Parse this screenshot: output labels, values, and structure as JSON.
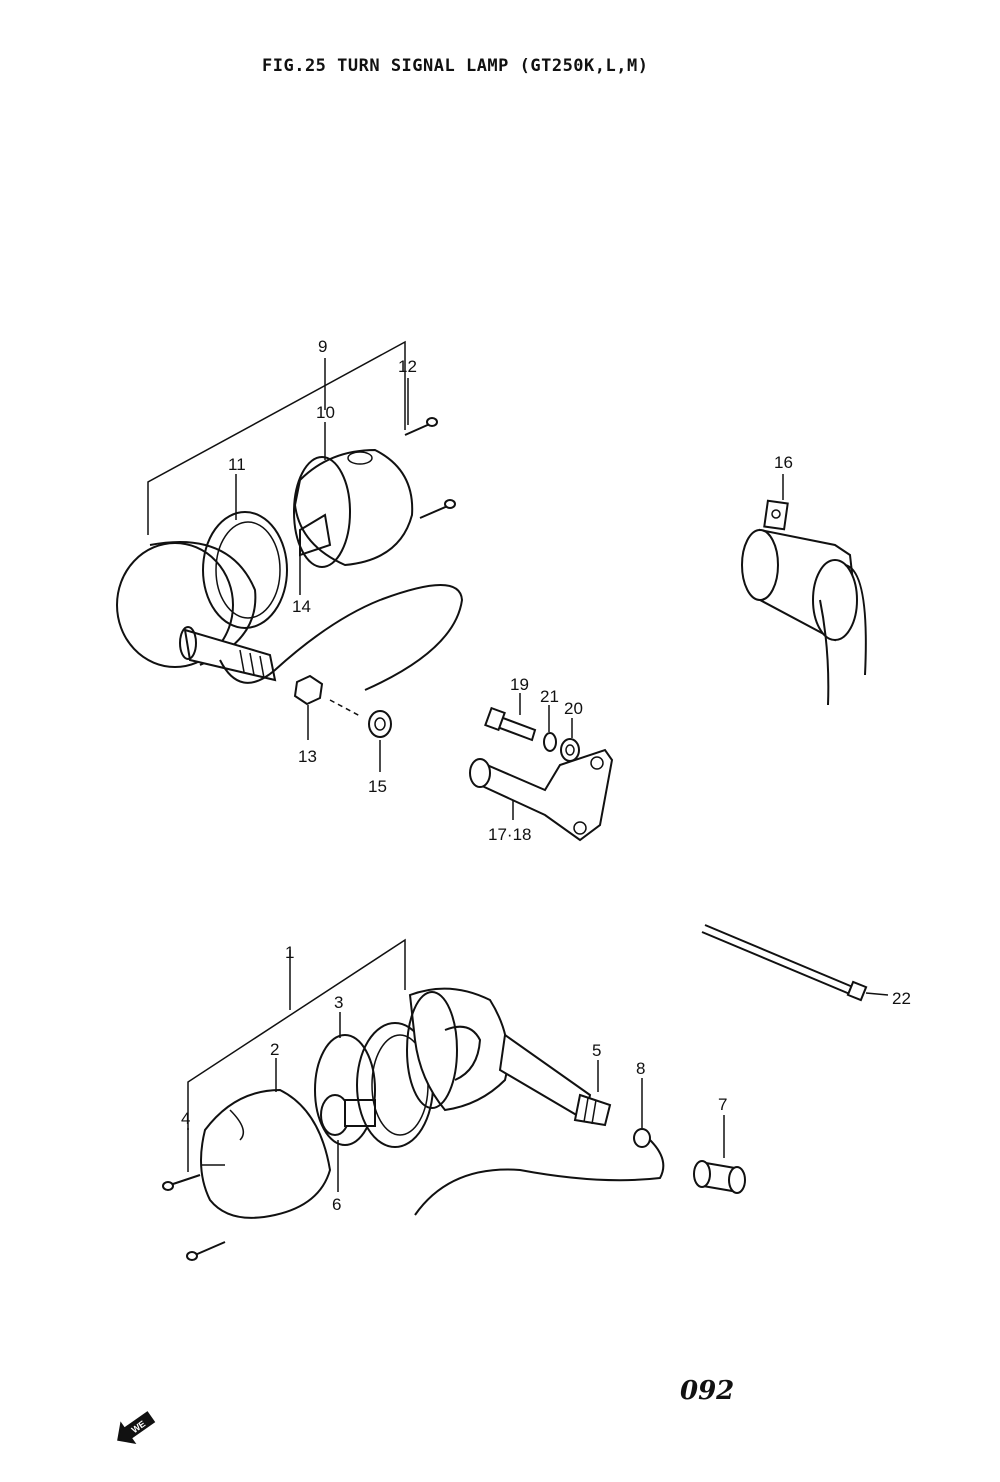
{
  "title": "FIG.25  TURN SIGNAL LAMP (GT250K,L,M)",
  "page_code": "092",
  "direction_badge": "WE",
  "callouts": {
    "c1": "1",
    "c2": "2",
    "c3": "3",
    "c4": "4",
    "c5": "5",
    "c6": "6",
    "c7": "7",
    "c8": "8",
    "c9": "9",
    "c10": "10",
    "c11": "11",
    "c12": "12",
    "c13": "13",
    "c14": "14",
    "c15": "15",
    "c16": "16",
    "c17_18": "17·18",
    "c19": "19",
    "c20": "20",
    "c21": "21",
    "c22": "22"
  }
}
